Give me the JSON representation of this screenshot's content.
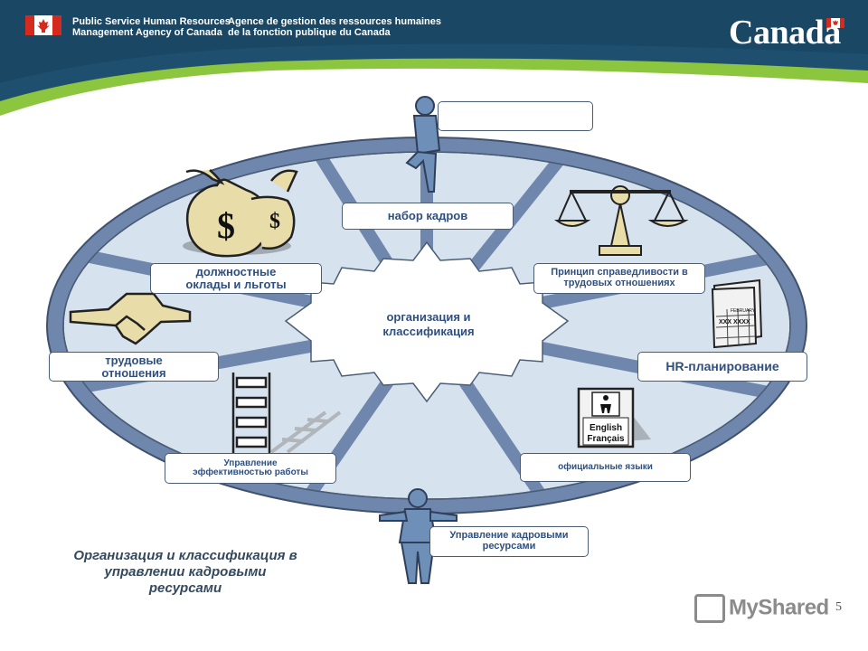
{
  "header": {
    "agency_en": [
      "Public Service Human Resources",
      "Management Agency of Canada"
    ],
    "agency_fr": [
      "Agence de gestion des ressources humaines",
      "de la fonction publique du Canada"
    ],
    "wordmark": "Canada"
  },
  "diagram": {
    "center": [
      "организация и",
      "классификация"
    ],
    "labels": {
      "top": "набор кадров",
      "salaries": [
        "должностные",
        "оклады и льготы"
      ],
      "fairness": [
        "Принцип справедливости в",
        "трудовых отношениях"
      ],
      "labour": [
        "трудовые",
        "отношения"
      ],
      "hr_planning": "HR-планирование",
      "performance": [
        "Управление",
        "эффективностью работы"
      ],
      "languages": "официальные языки",
      "hr_management": [
        "Управление кадровыми",
        "ресурсами"
      ]
    },
    "icon_text": {
      "calendar_month": "FEBRUARY",
      "sign_line1": "English",
      "sign_line2": "Français"
    }
  },
  "caption": [
    "Организация и классификация в",
    "управлении кадровыми",
    "ресурсами"
  ],
  "watermark": "MyShared",
  "page_number": "5",
  "colors": {
    "header_blue": "#1e4f6e",
    "green_band": "#8cc63f",
    "ring_blue": "#6f86ad",
    "segment_fill": "#d6e3ef",
    "text_blue": "#2f4f7f"
  }
}
